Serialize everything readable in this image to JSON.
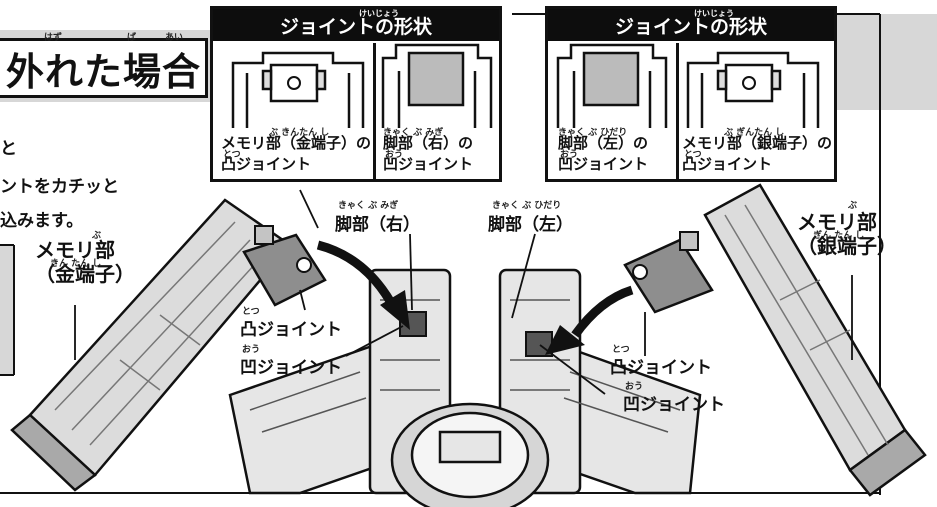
{
  "heading": {
    "text": "外れた場合",
    "ruby": [
      "はず",
      "ば",
      "あい"
    ]
  },
  "body_lines": [
    "と",
    "ントをカチッと",
    "込みます。"
  ],
  "left_box": {
    "title": "ジョイントの形状",
    "title_ruby": "けいじょう",
    "cell_left": {
      "line1": "メモリ部（金端子）の",
      "line2": "凸ジョイント",
      "ruby": "ぶ きんたん し",
      "ruby2": "とつ"
    },
    "cell_right": {
      "line1": "脚部（右）の",
      "line2": "凹ジョイント",
      "ruby": "きゃく ぶ みぎ",
      "ruby2": "おう"
    }
  },
  "right_box": {
    "title": "ジョイントの形状",
    "title_ruby": "けいじょう",
    "cell_left": {
      "line1": "脚部（左）の",
      "line2": "凹ジョイント",
      "ruby": "きゃく ぶ ひだり",
      "ruby2": "おう"
    },
    "cell_right": {
      "line1": "メモリ部（銀端子）の",
      "line2": "凸ジョイント",
      "ruby": "ぶ ぎんたん し",
      "ruby2": "とつ"
    }
  },
  "labels": {
    "memory_gold": {
      "line1": "メモリ部",
      "line2": "（金端子）",
      "ruby1": "ぶ",
      "ruby2": "きん たん し"
    },
    "memory_silver": {
      "line1": "メモリ部",
      "line2": "（銀端子）",
      "ruby1": "ぶ",
      "ruby2": "ぎん たん し"
    },
    "leg_right": {
      "text": "脚部（右）",
      "ruby": "きゃく ぶ みぎ"
    },
    "leg_left": {
      "text": "脚部（左）",
      "ruby": "きゃく ぶ ひだり"
    },
    "convex_left": {
      "text": "凸ジョイント",
      "ruby": "とつ"
    },
    "concave_left": {
      "text": "凹ジョイント",
      "ruby": "おう"
    },
    "convex_right": {
      "text": "凸ジョイント",
      "ruby": "とつ"
    },
    "concave_right": {
      "text": "凹ジョイント",
      "ruby": "おう"
    }
  }
}
